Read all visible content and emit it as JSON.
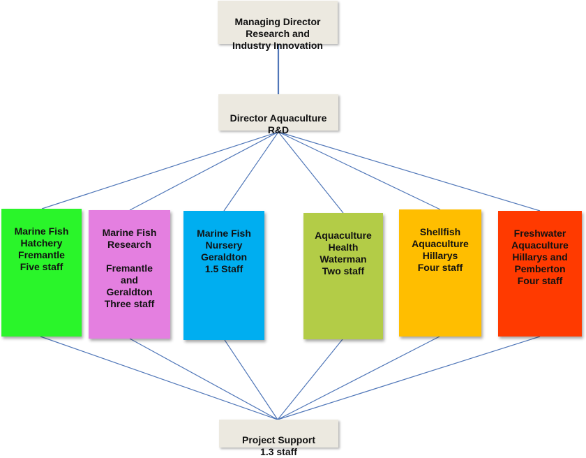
{
  "diagram": {
    "managing_director": {
      "label": "Managing Director\nResearch and\nIndustry Innovation",
      "color": "#ece9e0"
    },
    "director": {
      "label": "Director Aquaculture\nR&D",
      "color": "#ece9e0"
    },
    "units": [
      {
        "label": "Marine Fish\nHatchery\nFremantle\nFive staff",
        "color": "#2af52a"
      },
      {
        "label": "Marine Fish\nResearch\n\nFremantle\nand\nGeraldton\nThree staff",
        "color": "#e47fe0"
      },
      {
        "label": "Marine Fish\nNursery\nGeraldton\n1.5 Staff",
        "color": "#00aef0"
      },
      {
        "label": "Aquaculture\nHealth\nWaterman\nTwo staff",
        "color": "#b3cc47"
      },
      {
        "label": "Shellfish\nAquaculture\nHillarys\nFour staff",
        "color": "#ffbe00"
      },
      {
        "label": "Freshwater\nAquaculture\nHillarys and\nPemberton\nFour staff",
        "color": "#ff3a00"
      }
    ],
    "project_support": {
      "label": "Project Support\n1.3 staff",
      "color": "#ece9e0"
    },
    "connector_color": "#4f76b8"
  }
}
